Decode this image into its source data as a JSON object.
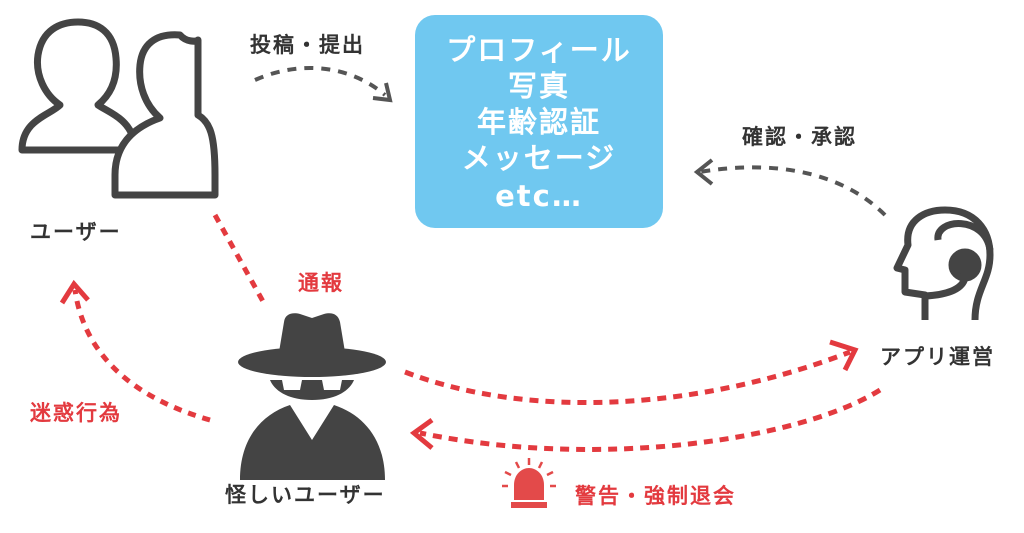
{
  "colors": {
    "accent_blue": "#70c8f0",
    "alert_red": "#e33a3f",
    "icon_gray": "#444444",
    "arrow_gray": "#555555"
  },
  "labels": {
    "users": "ユーザー",
    "submit": "投稿・提出",
    "confirm": "確認・承認",
    "operator": "アプリ運営",
    "report": "通報",
    "nuisance": "迷惑行為",
    "suspicious_user": "怪しいユーザー",
    "warning": "警告・強制退会"
  },
  "content_box": {
    "lines": [
      "プロフィール",
      "写真",
      "年齢認証",
      "メッセージ",
      "etc…"
    ]
  },
  "icons": [
    "users-icon",
    "operator-headset-icon",
    "spy-icon",
    "siren-icon"
  ]
}
